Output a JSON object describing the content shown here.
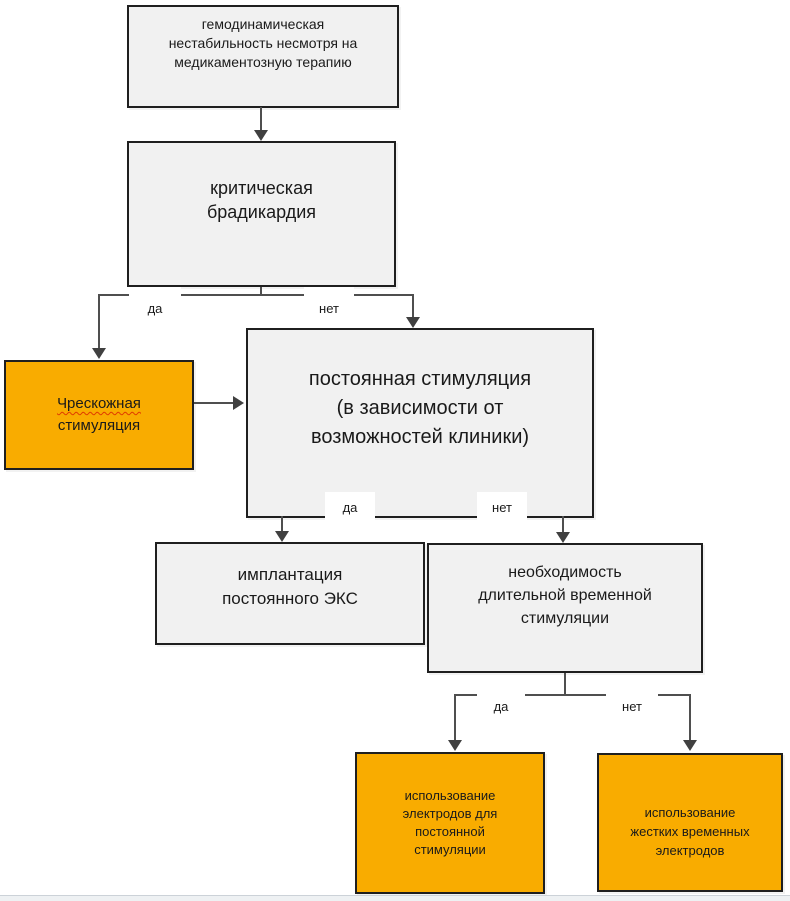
{
  "colors": {
    "node_fill": "#f1f1f1",
    "node_border": "#1f1f1f",
    "highlight_fill": "#f9ac00",
    "connector": "#4f4f4f",
    "arrowhead": "#404040",
    "text": "#1a1a1a",
    "misspell": "#e03a00",
    "strip": "#eef1f3"
  },
  "edge_labels": {
    "yes": "да",
    "no": "нет"
  },
  "nodes": {
    "hemodynamic": {
      "lines": [
        "гемодинамическая",
        "нестабильность несмотря на",
        "медикаментозную терапию"
      ]
    },
    "bradycardia": {
      "lines": [
        "критическая",
        "брадикардия"
      ]
    },
    "transcutaneous": {
      "lines": [
        "Чрескожная",
        "стимуляция"
      ]
    },
    "permanent_pacing": {
      "lines": [
        "постоянная стимуляция",
        "(в зависимости от",
        "возможностей клиники)"
      ]
    },
    "implantation": {
      "lines": [
        "имплантация",
        "постоянного ЭКС"
      ]
    },
    "temporary_need": {
      "lines": [
        "необходимость",
        "длительной временной",
        "стимуляции"
      ]
    },
    "permanent_electrodes": {
      "lines": [
        "использование",
        "электродов для",
        "постоянной",
        "стимуляции"
      ]
    },
    "rigid_electrodes": {
      "lines": [
        "использование",
        "жестких временных",
        "электродов"
      ]
    }
  }
}
